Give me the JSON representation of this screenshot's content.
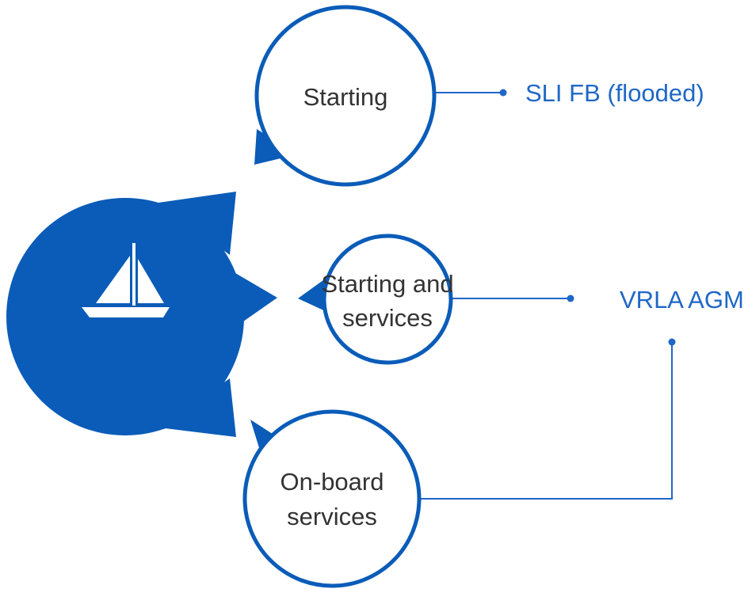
{
  "colors": {
    "primary": "#0a5cb8",
    "accent_text": "#1f67c7",
    "label_text": "#333333",
    "background": "#ffffff"
  },
  "hub": {
    "icon": "sailboat-icon"
  },
  "applications": [
    {
      "line1": "Starting",
      "line2": ""
    },
    {
      "line1": "Starting and",
      "line2": "services"
    },
    {
      "line1": "On-board",
      "line2": "services"
    }
  ],
  "products": [
    {
      "label": "SLI FB (flooded)"
    },
    {
      "label": "VRLA AGM"
    }
  ]
}
